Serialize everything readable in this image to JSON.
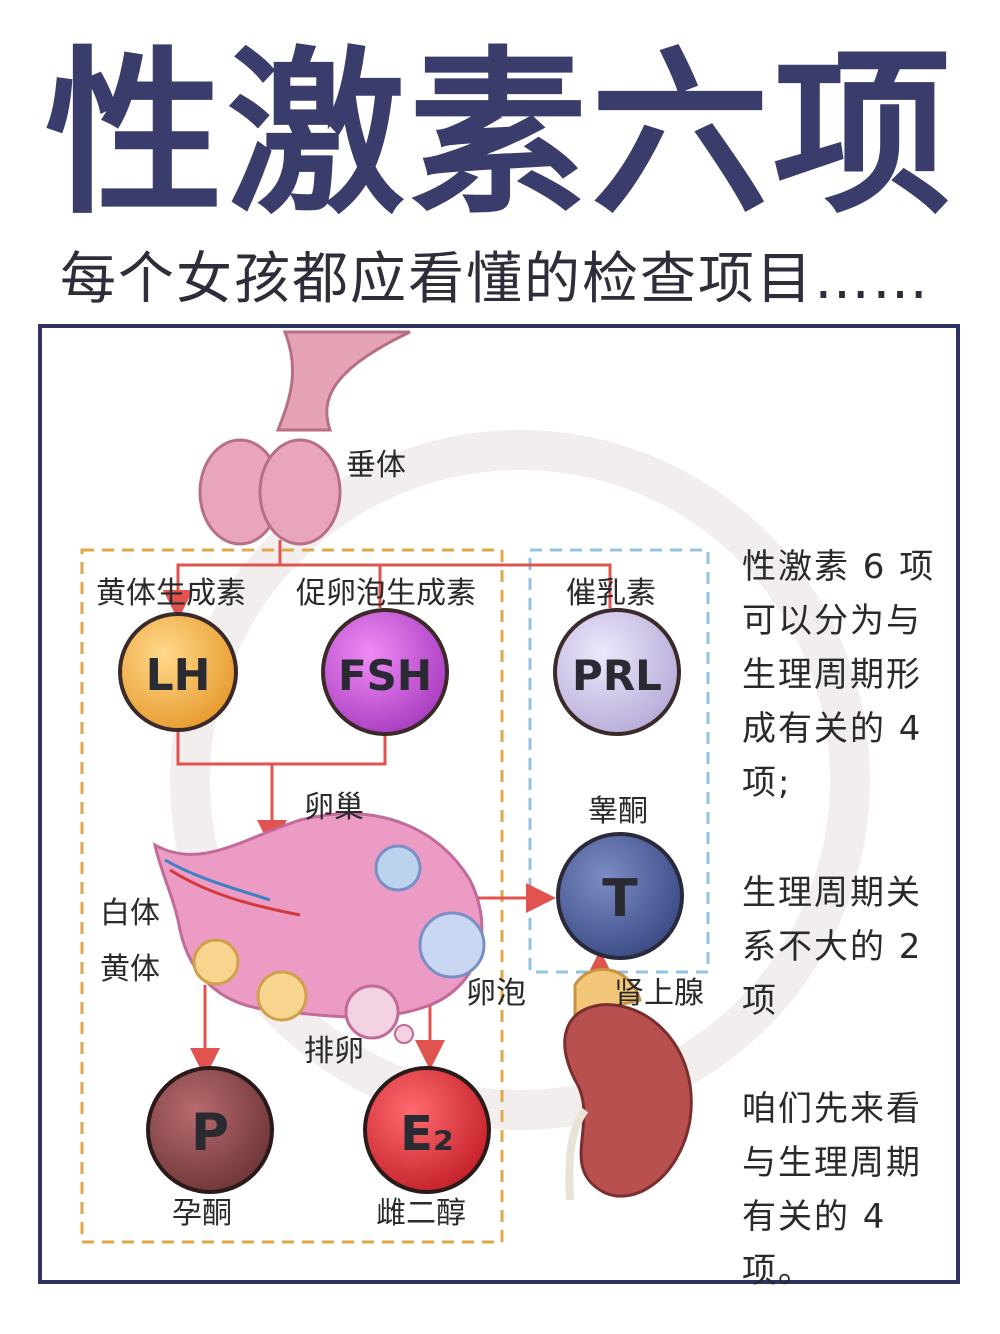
{
  "title": "性激素六项",
  "subtitle": "每个女孩都应看懂的检查项目……",
  "diagram": {
    "pituitary_label": "垂体",
    "lh": {
      "name": "黄体生成素",
      "abbr": "LH",
      "color": "#f5b04a"
    },
    "fsh": {
      "name": "促卵泡生成素",
      "abbr": "FSH",
      "color": "#c553d6"
    },
    "prl": {
      "name": "催乳素",
      "abbr": "PRL",
      "color": "#cfc7ea"
    },
    "ovary_label": "卵巢",
    "white_body_label": "白体",
    "corpus_luteum_label": "黄体",
    "follicle_label": "卵泡",
    "ovulation_label": "排卵",
    "testosterone": {
      "name": "睾酮",
      "abbr": "T",
      "color": "#4e5f9c"
    },
    "adrenal_label": "肾上腺",
    "progesterone": {
      "name": "孕酮",
      "abbr": "P",
      "color": "#8e4a4f"
    },
    "estradiol": {
      "name": "雌二醇",
      "abbr": "E₂",
      "color": "#e0353d"
    }
  },
  "notes": {
    "p1": "性激素 6 项可以分为与生理周期形成有关的 4 项;",
    "p2": "生理周期关系不大的 2 项",
    "p3": "咱们先来看与生理周期有关的 4 项。"
  },
  "colors": {
    "title": "#3a3d6b",
    "frame": "#2f3263",
    "dash_orange": "#e0a84a",
    "dash_blue": "#8fc3df",
    "arrow": "#e0534f"
  }
}
